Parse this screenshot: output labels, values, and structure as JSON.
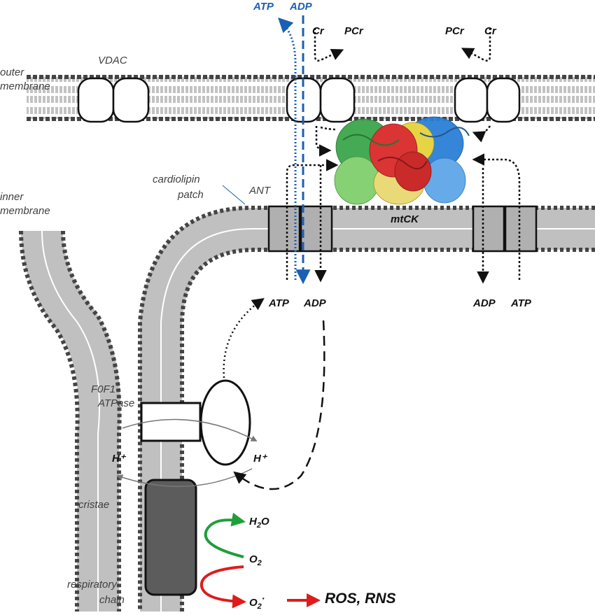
{
  "labels": {
    "outer_membrane_1": "outer",
    "outer_membrane_2": "membrane",
    "inner_membrane_1": "inner",
    "inner_membrane_2": "membrane",
    "vdac": "VDAC",
    "cardiolipin_1": "cardiolipin",
    "cardiolipin_2": "patch",
    "ant": "ANT",
    "mtck": "mtCK",
    "f0f1_1": "F0F1-",
    "f0f1_2": "ATPase",
    "cristae": "cristae",
    "resp_1": "respiratory",
    "resp_2": "chain",
    "h_plus_left": "H⁺",
    "h_plus_right": "H⁺",
    "top_atp": "ATP",
    "top_adp": "ADP",
    "cr_left": "Cr",
    "pcr_left": "PCr",
    "pcr_right": "PCr",
    "cr_right": "Cr",
    "mid_atp": "ATP",
    "mid_adp": "ADP",
    "right_adp": "ADP",
    "right_atp": "ATP",
    "h2o_main": "H",
    "h2o_sub": "2",
    "h2o_tail": "O",
    "o2_main": "O",
    "o2_sub": "2",
    "o2rad_main": "O",
    "o2rad_sub": "2",
    "o2rad_sup": "·",
    "ros": "ROS, RNS"
  },
  "colors": {
    "blue": "#1a5fb4",
    "green": "#1f9e3a",
    "red": "#e01b1b",
    "membrane_head": "#444444",
    "protein_gray": "#b0b0b0",
    "respiratory_chain": "#5c5c5c"
  }
}
